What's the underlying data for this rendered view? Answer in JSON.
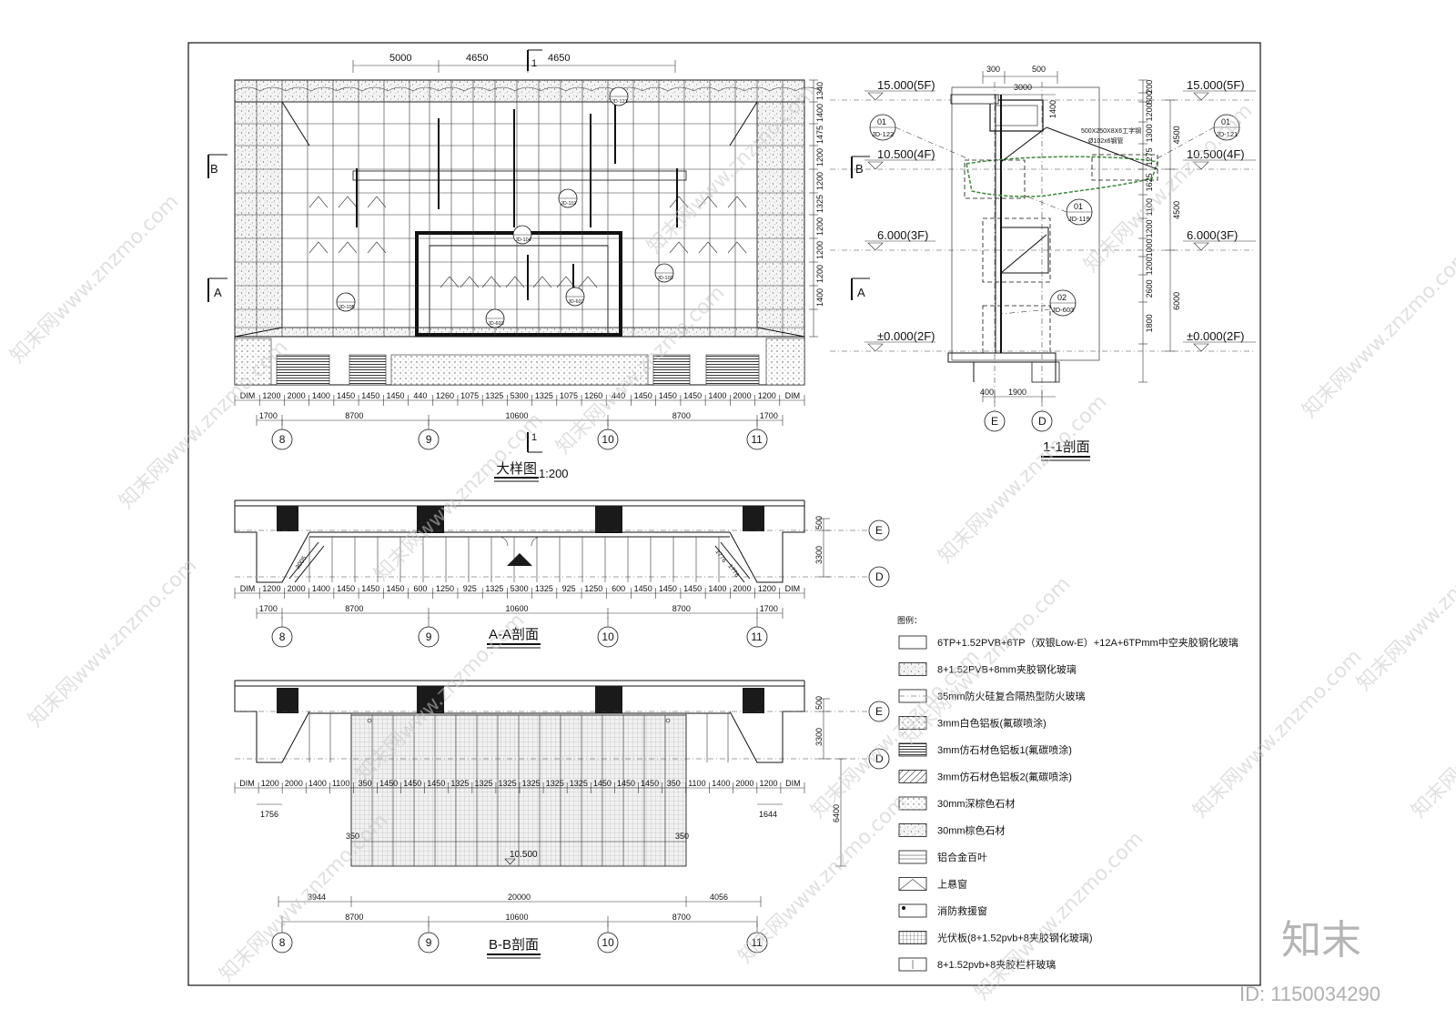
{
  "elevation": {
    "title": "大样图",
    "scale": "1:200",
    "top_dims": [
      "5000",
      "4650",
      "4650"
    ],
    "section_mark": "1",
    "right_dims": [
      "1340",
      "1400",
      "1475",
      "1200",
      "1200",
      "1325",
      "1200",
      "1200",
      "1200",
      "1400"
    ],
    "bottom_dims": [
      "DIM",
      "1200",
      "2000",
      "1400",
      "1450",
      "1450",
      "1450",
      "440",
      "1260",
      "1075",
      "1325",
      "5300",
      "1325",
      "1075",
      "1260",
      "440",
      "1450",
      "1450",
      "1450",
      "1400",
      "2000",
      "1200",
      "DIM"
    ],
    "span_dims": [
      "1700",
      "8700",
      "10600",
      "8700",
      "1700"
    ],
    "axes": [
      "8",
      "9",
      "10",
      "11"
    ],
    "cut_labels": [
      "B",
      "A"
    ],
    "detail_tags": [
      "JD-121",
      "JD-119",
      "JD-104",
      "JD-103",
      "JD-105",
      "JD-602",
      "JD-603"
    ]
  },
  "section_11": {
    "title": "1-1剖面",
    "levels": [
      "15.000(5F)",
      "10.500(4F)",
      "6.000(3F)",
      "±0.000(2F)"
    ],
    "levels_right": [
      "15.000(5F)",
      "10.500(4F)",
      "6.000(3F)",
      "±0.000(2F)"
    ],
    "top_dims": [
      "300",
      "500",
      "3000"
    ],
    "inner_dims": [
      "1400"
    ],
    "right_dims": [
      "200",
      "800",
      "1200",
      "1300",
      "1275",
      "1625",
      "1100",
      "1200",
      "1000",
      "1200",
      "2600",
      "1800"
    ],
    "right_dims_outer": [
      "4500",
      "4500",
      "6000"
    ],
    "bottom_dims": [
      "400",
      "1900"
    ],
    "axes": [
      "E",
      "D"
    ],
    "annotations": [
      "500X250X8X6工字钢",
      "Ø102x6钢管"
    ],
    "detail_tags": [
      {
        "no": "01",
        "ref": "JD-122"
      },
      {
        "no": "01",
        "ref": "JD-121"
      },
      {
        "no": "01",
        "ref": "JD-119"
      },
      {
        "no": "02",
        "ref": "JD-603"
      }
    ]
  },
  "section_aa": {
    "title": "A-A剖面",
    "bottom_dims": [
      "DIM",
      "1200",
      "2000",
      "1400",
      "1450",
      "1450",
      "1450",
      "600",
      "1250",
      "925",
      "1325",
      "5300",
      "1325",
      "925",
      "1250",
      "600",
      "1450",
      "1450",
      "1450",
      "1400",
      "2000",
      "1200",
      "DIM"
    ],
    "span_dims": [
      "1700",
      "8700",
      "10600",
      "8700",
      "1700"
    ],
    "right_dims": [
      "500",
      "3300"
    ],
    "axes": [
      "8",
      "9",
      "10",
      "11"
    ],
    "row_axes": [
      "E",
      "D"
    ],
    "diag_dims": [
      "3005",
      "1776",
      "1776"
    ]
  },
  "section_bb": {
    "title": "B-B剖面",
    "bottom_dims": [
      "DIM",
      "1200",
      "2000",
      "1400",
      "1100",
      "350",
      "1450",
      "1450",
      "1450",
      "1325",
      "1325",
      "1325",
      "1325",
      "1325",
      "1325",
      "1450",
      "1450",
      "1450",
      "350",
      "1100",
      "1400",
      "2000",
      "1200",
      "DIM"
    ],
    "edge_dims": [
      "1756",
      "1644"
    ],
    "right_dims": [
      "500",
      "3300",
      "6400"
    ],
    "canopy_dims": [
      "350",
      "350"
    ],
    "canopy_level": "10.500",
    "span_dims_upper": [
      "3944",
      "20000",
      "4056"
    ],
    "span_dims": [
      "8700",
      "10600",
      "8700"
    ],
    "axes": [
      "8",
      "9",
      "10",
      "11"
    ],
    "row_axes": [
      "E",
      "D"
    ]
  },
  "legend": {
    "title": "图例：",
    "items": [
      "6TP+1.52PVB+6TP（双银Low-E）+12A+6TPmm中空夹胶钢化玻璃",
      "8+1.52PVB+8mm夹胶钢化玻璃",
      "35mm防火硅复合隔热型防火玻璃",
      "3mm白色铝板(氟碳喷涂)",
      "3mm仿石材色铝板1(氟碳喷涂)",
      "3mm仿石材色铝板2(氟碳喷涂)",
      "30mm深棕色石材",
      "30mm棕色石材",
      "铝合金百叶",
      "上悬窗",
      "消防救援窗",
      "光伏板(8+1.52pvb+8夹胶钢化玻璃)",
      "8+1.52pvb+8夹胶栏杆玻璃"
    ]
  },
  "watermark": {
    "text": "知末网www.znzmo.com",
    "logo": "知末",
    "id": "ID: 1150034290"
  }
}
